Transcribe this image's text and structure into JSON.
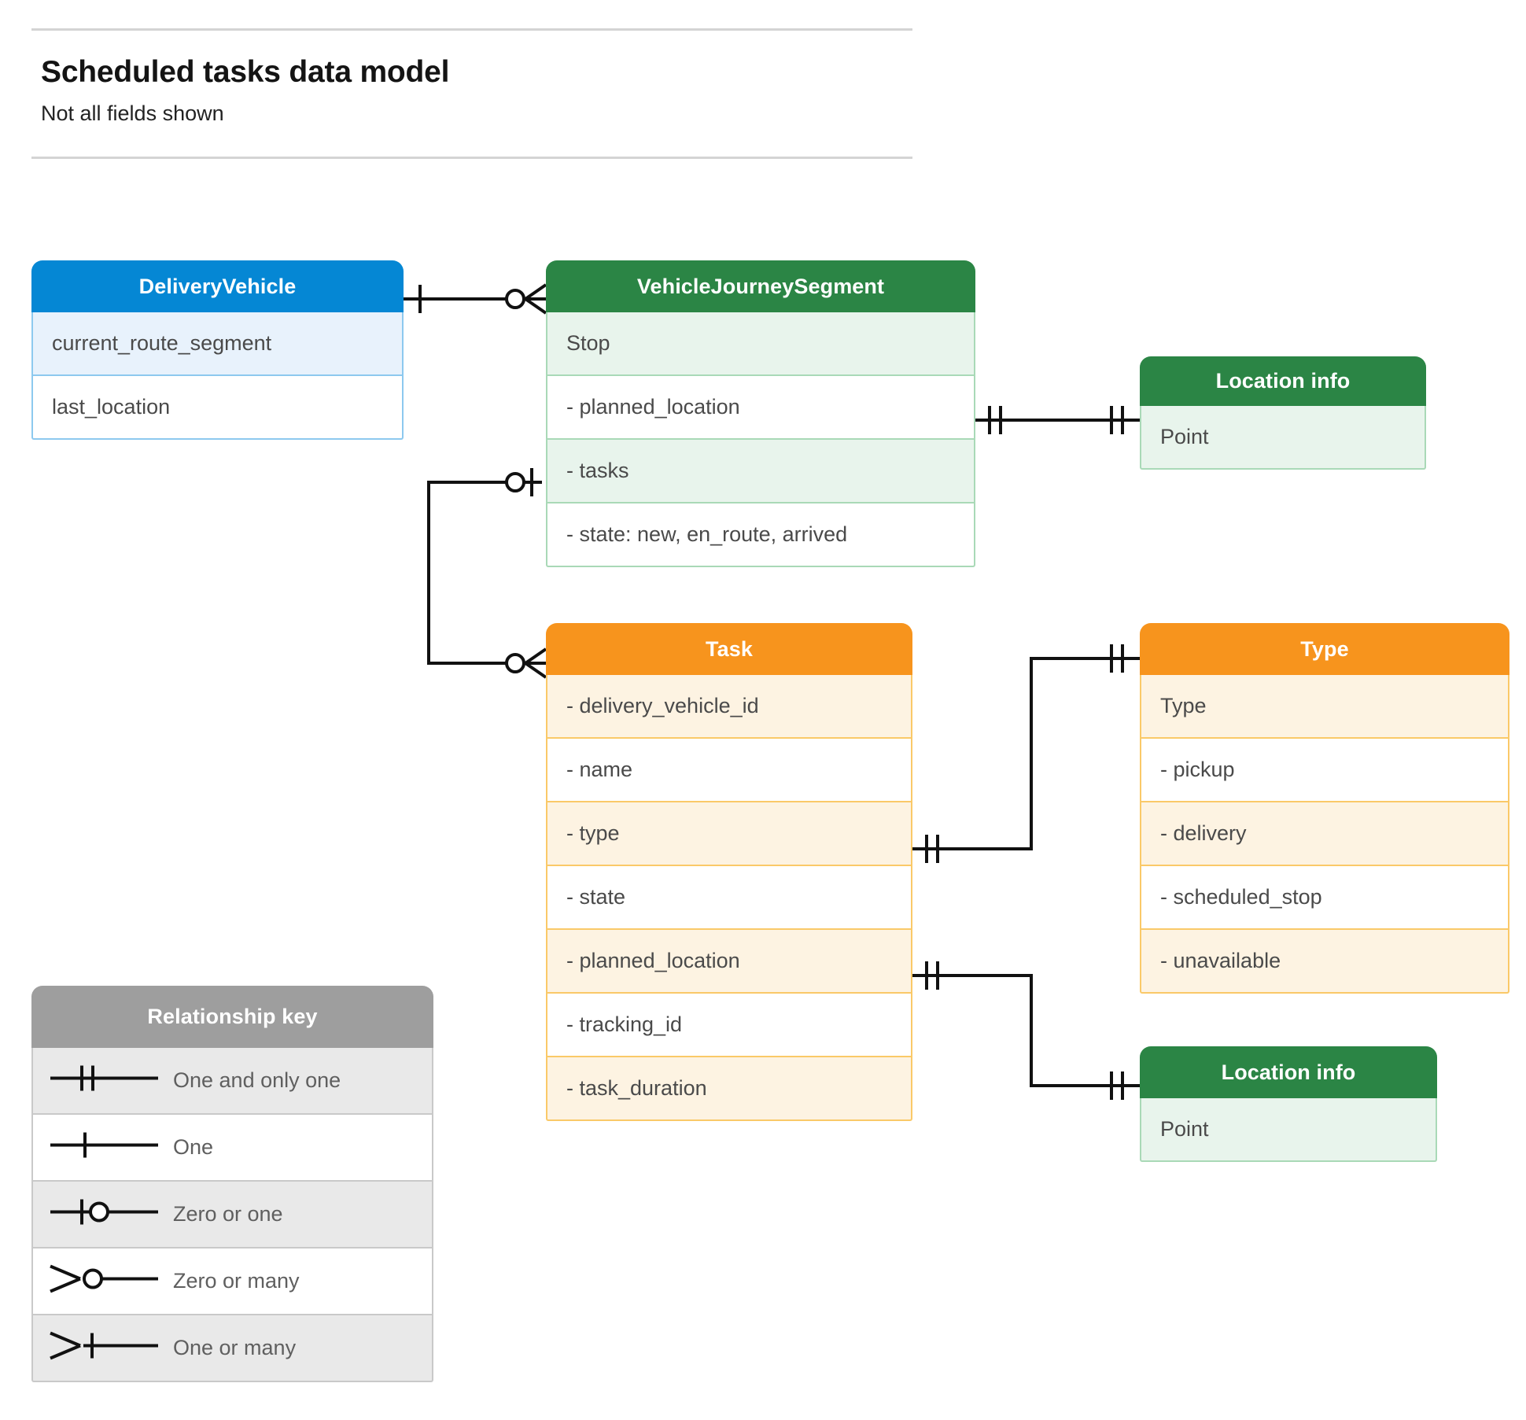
{
  "header": {
    "title": "Scheduled tasks data model",
    "subtitle": "Not all fields shown"
  },
  "colors": {
    "blue_header": "#0587d4",
    "blue_row_alt": "#e8f2fc",
    "blue_border": "#8dc9ef",
    "green_header": "#2b8545",
    "green_row_alt": "#e8f4ec",
    "green_border": "#a9d9b7",
    "orange_header": "#f7941d",
    "orange_row_alt": "#fdf3e2",
    "orange_border": "#fac968",
    "gray_header": "#9e9e9e",
    "gray_row_alt": "#e9e9e9",
    "connector": "#111111",
    "text_body": "#4a4a4a",
    "text_title": "#141414"
  },
  "entities": {
    "delivery_vehicle": {
      "title": "DeliveryVehicle",
      "rows": [
        "current_route_segment",
        "last_location"
      ]
    },
    "vehicle_journey_segment": {
      "title": "VehicleJourneySegment",
      "rows": [
        "Stop",
        "-  planned_location",
        "- tasks",
        "- state: new, en_route, arrived"
      ]
    },
    "location_info_top": {
      "title": "Location info",
      "rows": [
        "Point"
      ]
    },
    "task": {
      "title": "Task",
      "rows": [
        "- delivery_vehicle_id",
        "- name",
        "- type",
        "- state",
        "- planned_location",
        "- tracking_id",
        "- task_duration"
      ]
    },
    "type": {
      "title": "Type",
      "rows": [
        "Type",
        "-  pickup",
        "-  delivery",
        "-  scheduled_stop",
        "-  unavailable"
      ]
    },
    "location_info_bottom": {
      "title": "Location info",
      "rows": [
        "Point"
      ]
    }
  },
  "legend": {
    "title": "Relationship key",
    "items": [
      {
        "symbol": "one-and-only-one",
        "label": "One and only one"
      },
      {
        "symbol": "one",
        "label": "One"
      },
      {
        "symbol": "zero-or-one",
        "label": "Zero or one"
      },
      {
        "symbol": "zero-or-many",
        "label": "Zero or many"
      },
      {
        "symbol": "one-or-many",
        "label": "One or many"
      }
    ]
  },
  "relationships": [
    {
      "from": "DeliveryVehicle",
      "to": "VehicleJourneySegment",
      "from_cardinality": "One",
      "to_cardinality": "Zero or many"
    },
    {
      "from": "VehicleJourneySegment.planned_location",
      "to": "Location info (Point)",
      "from_cardinality": "One and only one",
      "to_cardinality": "One and only one"
    },
    {
      "from": "VehicleJourneySegment.tasks",
      "to": "Task",
      "from_cardinality": "Zero or one",
      "to_cardinality": "Zero or many"
    },
    {
      "from": "Task.type",
      "to": "Type",
      "from_cardinality": "One and only one",
      "to_cardinality": "One and only one"
    },
    {
      "from": "Task.planned_location",
      "to": "Location info (Point)",
      "from_cardinality": "One and only one",
      "to_cardinality": "One and only one"
    }
  ]
}
